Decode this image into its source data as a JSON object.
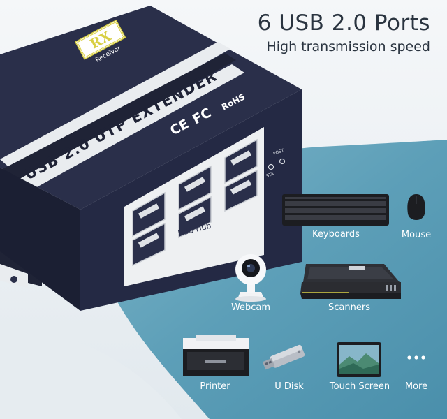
{
  "headline": {
    "title": "6 USB 2.0 Ports",
    "subtitle": "High transmission speed"
  },
  "device": {
    "badge_big": "RX",
    "badge_small": "Receiver",
    "model_label": "USB 2.0 UTP EXTENDER",
    "cert_ce": "CE",
    "cert_fc": "FC",
    "cert_rohs": "RoHS",
    "hub_label": "USB Hub",
    "led_post": "POST",
    "led_sta": "STA",
    "port_count": 6
  },
  "peripherals": [
    {
      "label": "Keyboards",
      "icon": "keyboard-icon"
    },
    {
      "label": "Mouse",
      "icon": "mouse-icon"
    },
    {
      "label": "Webcam",
      "icon": "webcam-icon"
    },
    {
      "label": "Scanners",
      "icon": "scanner-icon"
    },
    {
      "label": "Printer",
      "icon": "printer-icon"
    },
    {
      "label": "U Disk",
      "icon": "usb-drive-icon"
    },
    {
      "label": "Touch Screen",
      "icon": "tablet-icon"
    },
    {
      "label": "More",
      "icon": "more-icon"
    }
  ],
  "colors": {
    "panel_teal": "#5d9fb8",
    "device_navy": "#2a2f4a",
    "badge_yellow": "#d8cf43"
  }
}
